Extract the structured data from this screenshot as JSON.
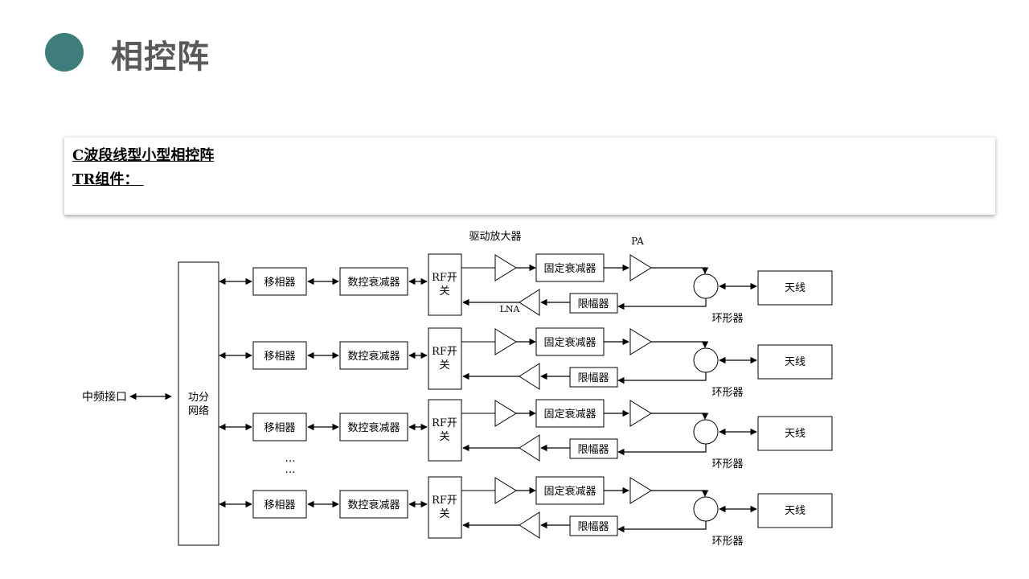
{
  "header": {
    "title": "相控阵"
  },
  "note": {
    "line1": "C波段线型小型相控阵",
    "line2": "TR组件： "
  },
  "diagram": {
    "if_port": "中频接口",
    "power_divider": [
      "功分",
      "网络"
    ],
    "phase_shifter": "移相器",
    "digital_attenuator": "数控衰减器",
    "rf_switch": [
      "RF开",
      "关"
    ],
    "fixed_attenuator": "固定衰减器",
    "limiter": "限幅器",
    "antenna": "天线",
    "circulator": "环形器",
    "driver_amp_label": "驱动放大器",
    "pa_label": "PA",
    "lna_label": "LNA",
    "ellipsis": [
      "…",
      "…"
    ]
  }
}
